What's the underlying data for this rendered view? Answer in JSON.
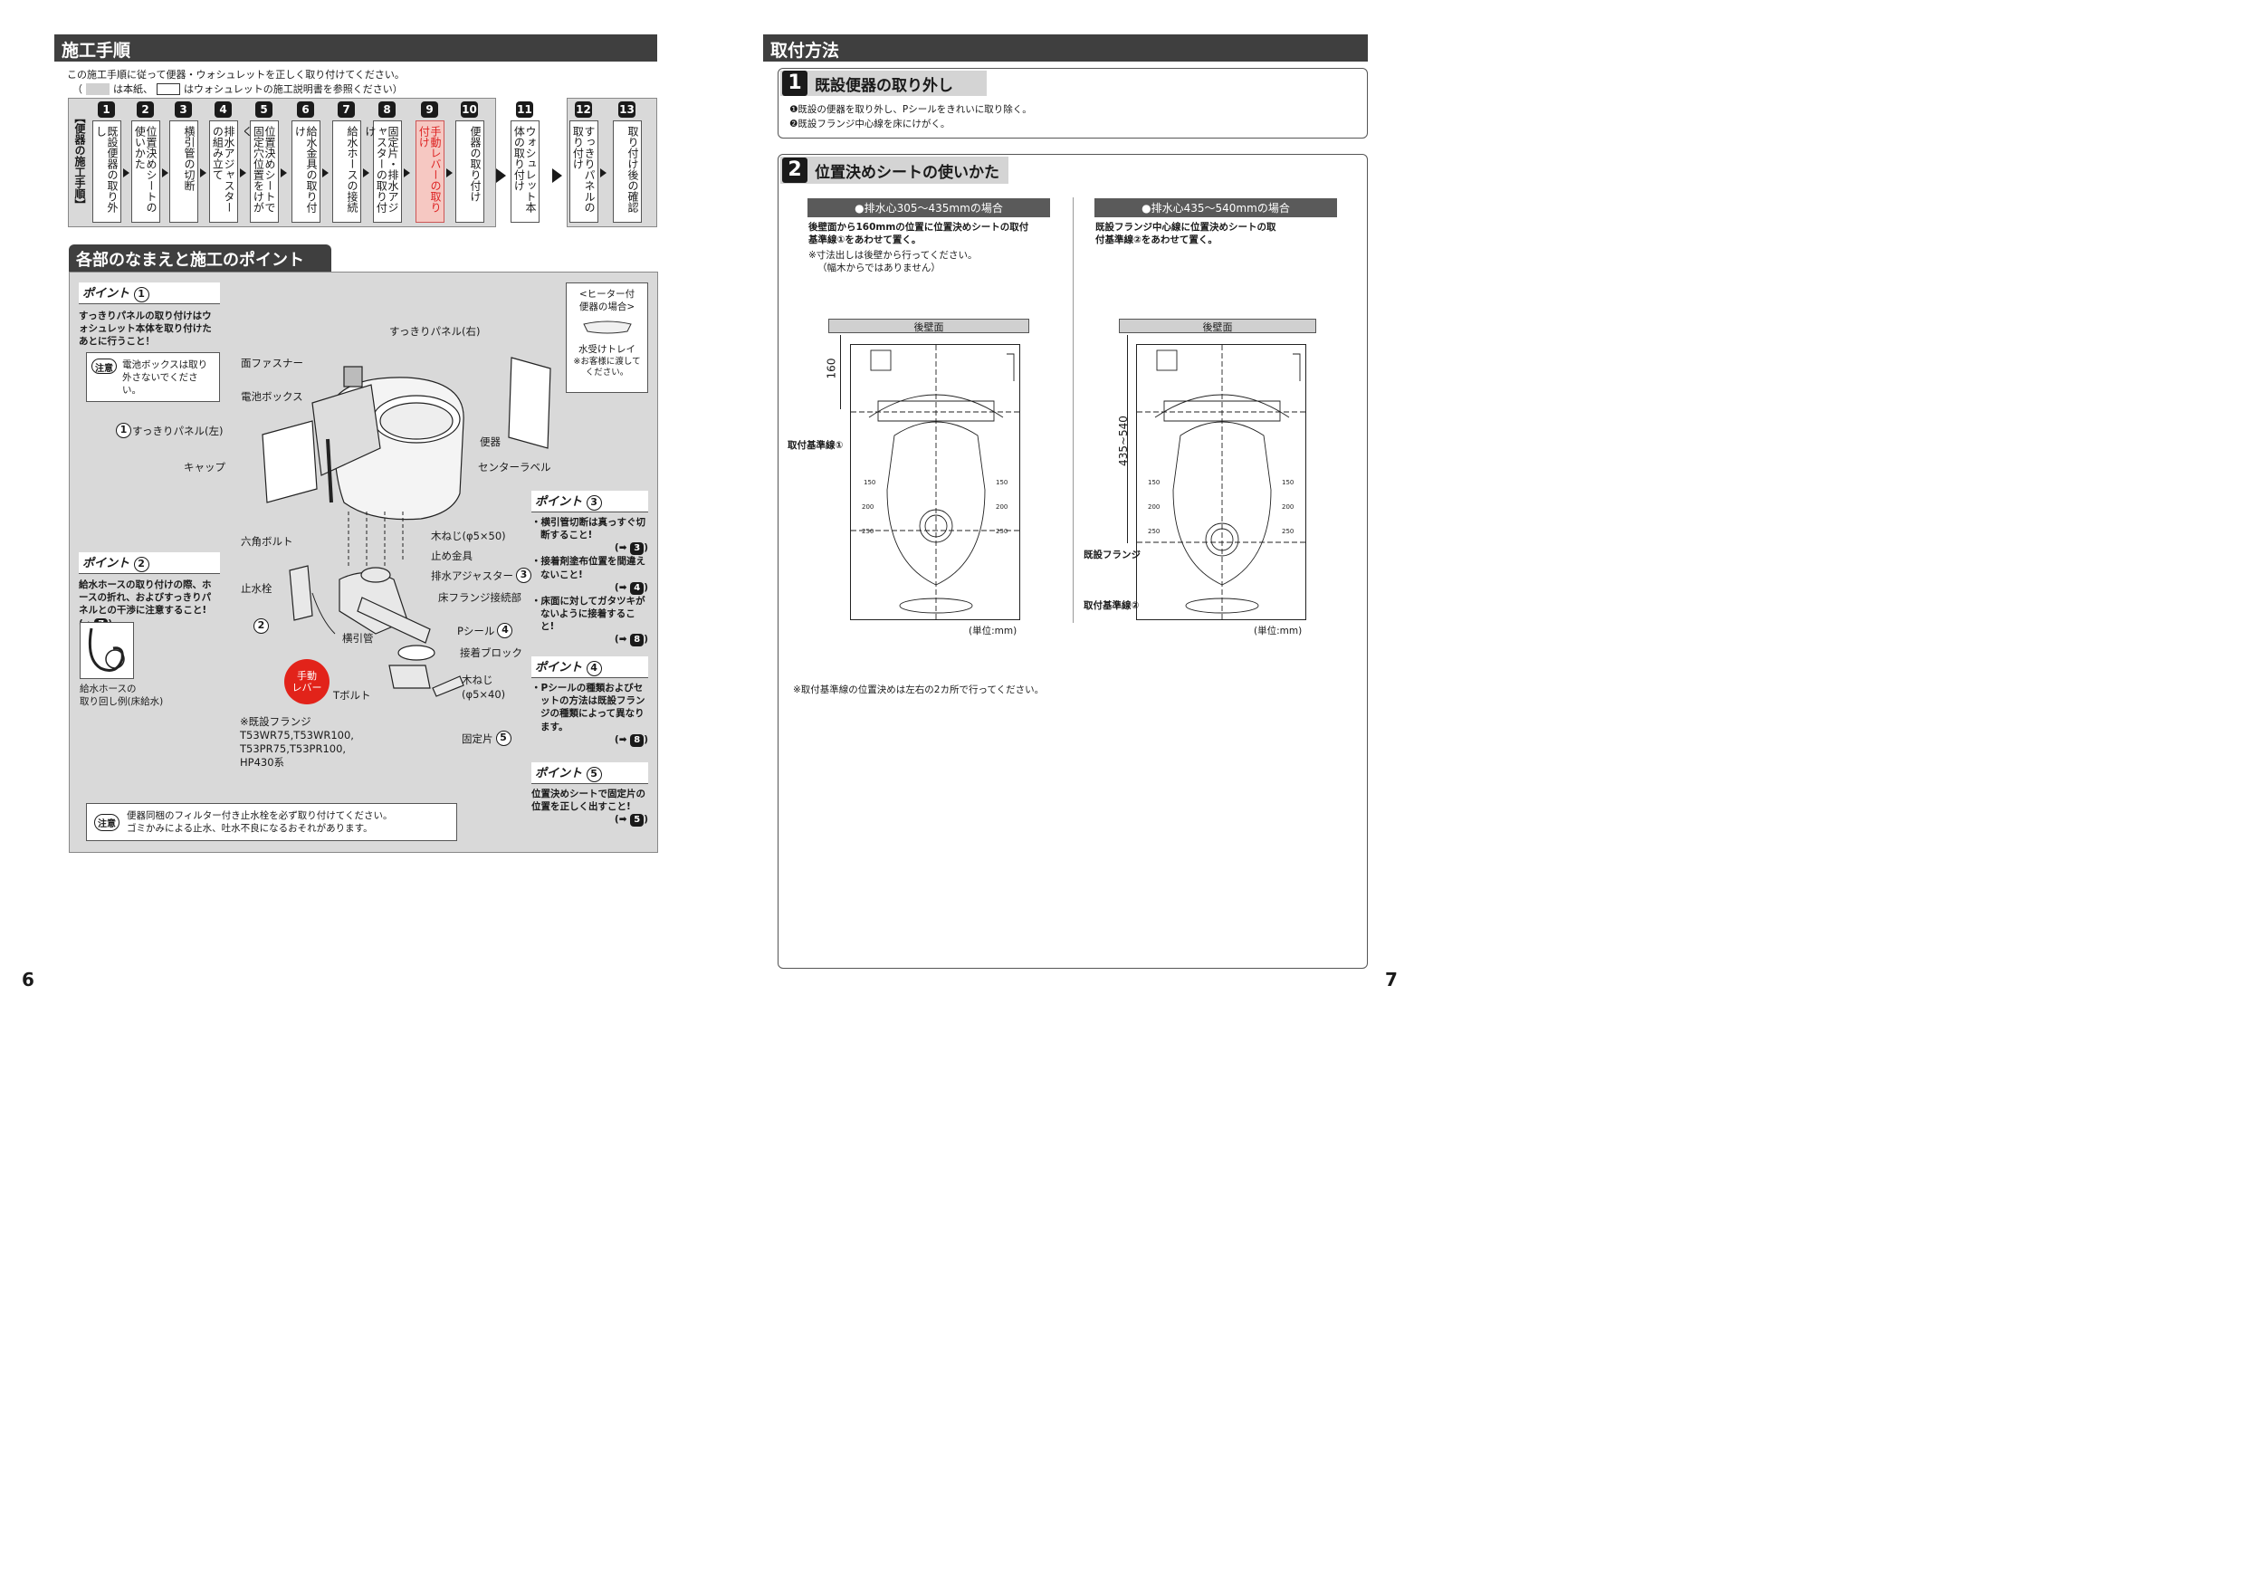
{
  "left": {
    "title": "施工手順",
    "intro1": "この施工手順に従って便器・ウォシュレットを正しく取り付けてください。",
    "intro2a": "（",
    "intro2b": "は本紙、",
    "intro2c": "はウォシュレットの施工説明書を参照ください）",
    "side_label": "【便器の施工手順】",
    "steps": [
      {
        "num": "1",
        "text": "既設便器の取り外し"
      },
      {
        "num": "2",
        "text": "位置決めシートの使いかた"
      },
      {
        "num": "3",
        "text": "横引管の切断"
      },
      {
        "num": "4",
        "text": "排水アジャスターの組み立て"
      },
      {
        "num": "5",
        "text": "位置決めシートで固定穴位置をけがく"
      },
      {
        "num": "6",
        "text": "給水金具の取り付け"
      },
      {
        "num": "7",
        "text": "給水ホースの接続"
      },
      {
        "num": "8",
        "text": "固定片・排水アジャスターの取り付け"
      },
      {
        "num": "9",
        "text": "手動レバーの取り付け"
      },
      {
        "num": "10",
        "text": "便器の取り付け"
      },
      {
        "num": "11",
        "text": "ウォシュレット本体の取り付け"
      },
      {
        "num": "12",
        "text": "すっきりパネルの取り付け"
      },
      {
        "num": "13",
        "text": "取り付け後の確認"
      }
    ],
    "parts_title": "各部のなまえと施工のポイント",
    "p1_title": "ポイント",
    "p1_num": "1",
    "p1_text": "すっきりパネルの取り付けはウォシュレット本体を取り付けたあとに行うこと！",
    "caution_label": "注意",
    "p1_caution": "電池ボックスは取り外さないでください。",
    "heater_title": "<ヒーター付便器の場合>",
    "heater_label": "水受けトレイ",
    "heater_note": "※お客様に渡してください。",
    "labels": {
      "panel_right": "すっきりパネル(右)",
      "face_fastener": "面ファスナー",
      "battery_box": "電池ボックス",
      "panel_left": "すっきりパネル(左)",
      "panel_left_num": "1",
      "cap": "キャップ",
      "toilet": "便器",
      "center_label": "センターラベル",
      "hex_bolt": "六角ボルト",
      "wood_screw1": "木ねじ(φ5×50)",
      "stop_fitting": "止め金具",
      "drain_adjuster": "排水アジャスター",
      "drain_num": "3",
      "floor_flange": "床フランジ接続部",
      "stop_valve": "止水栓",
      "p_seal": "Pシール",
      "p_seal_num": "4",
      "horizontal_pipe": "横引管",
      "adhesive_block": "接着ブロック",
      "valve_num": "2",
      "lever": "手動\nレバー",
      "t_bolt": "Tボルト",
      "wood_screw2": "木ねじ\n(φ5×40)",
      "flange_note": "※既設フランジ\nT53WR75,T53WR100,\nT53PR75,T53PR100,\nHP430系",
      "fixing_piece": "固定片",
      "fixing_num": "5"
    },
    "p2_num": "2",
    "p2_text": "給水ホースの取り付けの際、ホースの折れ、およびすっきりパネルとの干渉に注意すること! (➡",
    "p2_ref": "7",
    "p2_caption": "給水ホースの\n取り回し例(床給水)",
    "p3_num": "3",
    "p3_items": [
      {
        "text": "横引管切断は真っすぐ切断すること!",
        "ref": "3"
      },
      {
        "text": "接着剤塗布位置を間違えないこと!",
        "ref": "4"
      },
      {
        "text": "床面に対してガタツキがないように接着すること!",
        "ref": "8"
      }
    ],
    "p4_num": "4",
    "p4_text": "Pシールの種類およびセットの方法は既設フランジの種類によって異なります。",
    "p4_ref": "8",
    "p5_num": "5",
    "p5_text": "位置決めシートで固定片の位置を正しく出すこと!",
    "p5_ref": "5",
    "bottom_caution1": "便器同梱のフィルター付き止水栓を必ず取り付けてください。",
    "bottom_caution2": "ゴミかみによる止水、吐水不良になるおそれがあります。",
    "page_num": "6"
  },
  "right": {
    "title": "取付方法",
    "s1_num": "1",
    "s1_title": "既設便器の取り外し",
    "s1_line1": "❶既設の便器を取り外し、Pシールをきれいに取り除く。",
    "s1_line2": "❷既設フランジ中心線を床にけがく。",
    "s2_num": "2",
    "s2_title": "位置決めシートの使いかた",
    "col1_header": "●排水心305～435mmの場合",
    "col1_text1": "後壁面から160mmの位置に位置決めシートの取付基準線①をあわせて置く。",
    "col1_note1": "※寸法出しは後壁から行ってください。",
    "col1_note2": "（幅木からではありません）",
    "col2_header": "●排水心435～540mmの場合",
    "col2_text1": "既設フランジ中心線に位置決めシートの取付基準線②をあわせて置く。",
    "wall_label": "後壁面",
    "dim1": "160",
    "dim2": "435~540",
    "ref_line1": "取付基準線①",
    "ref_line2": "取付基準線②",
    "existing_flange": "既設フランジ",
    "ticks": [
      "150",
      "200",
      "250"
    ],
    "unit": "(単位:mm)",
    "footnote": "※取付基準線の位置決めは左右の2カ所で行ってください。",
    "page_num": "7"
  }
}
